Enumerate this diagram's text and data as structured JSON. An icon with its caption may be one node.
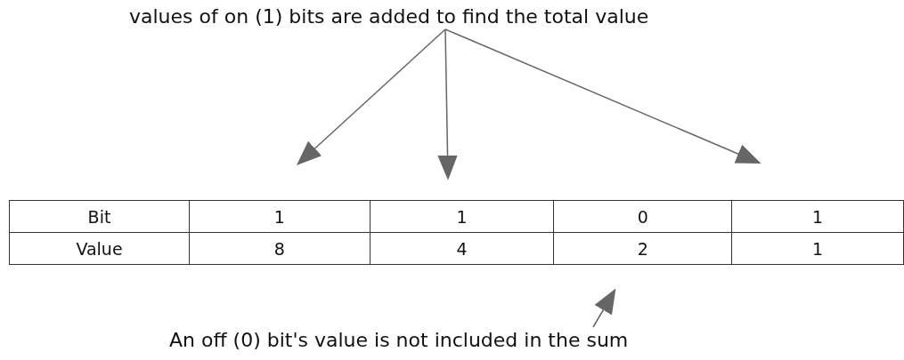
{
  "diagram": {
    "nodes": [
      {
        "text": [
          "values of on (1) bits are added to find the total value"
        ]
      },
      {
        "text": [
          "An off (0) bit's value is not included in the sum"
        ]
      }
    ],
    "edges": [
      {
        "from": 0,
        "to": null,
        "arrow": "to"
      },
      {
        "from": 0,
        "to": null,
        "arrow": "to"
      },
      {
        "from": 0,
        "to": null,
        "arrow": "to"
      },
      {
        "from": 1,
        "to": null,
        "arrow": "to"
      }
    ],
    "labels": [
      "Bit",
      "1",
      "1",
      "0",
      "1",
      "Value",
      "8",
      "4",
      "2",
      "1"
    ]
  }
}
